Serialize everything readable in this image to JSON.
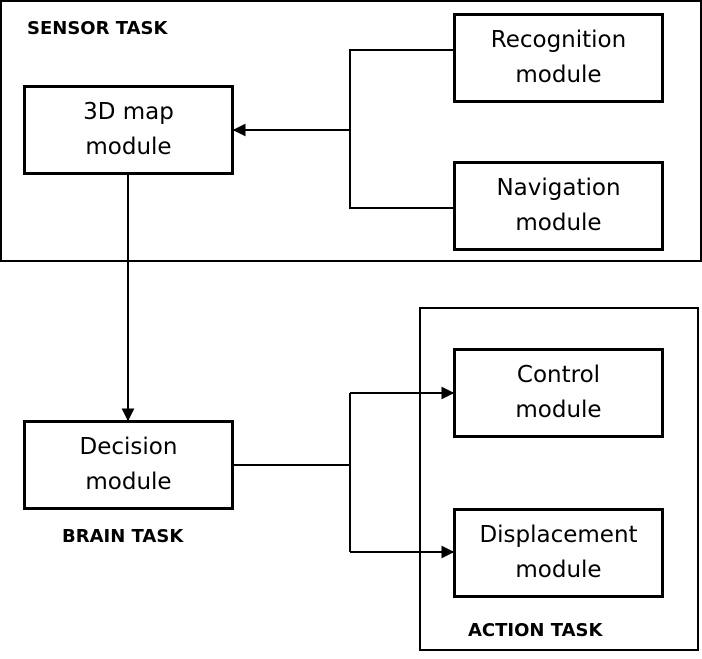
{
  "groups": {
    "sensor": {
      "label": "SENSOR TASK"
    },
    "brain": {
      "label": "BRAIN TASK"
    },
    "action": {
      "label": "ACTION TASK"
    }
  },
  "modules": {
    "map3d": {
      "line1": "3D map",
      "line2": "module"
    },
    "recognition": {
      "line1": "Recognition",
      "line2": "module"
    },
    "navigation": {
      "line1": "Navigation",
      "line2": "module"
    },
    "decision": {
      "line1": "Decision",
      "line2": "module"
    },
    "control": {
      "line1": "Control",
      "line2": "module"
    },
    "displacement": {
      "line1": "Displacement",
      "line2": "module"
    }
  }
}
